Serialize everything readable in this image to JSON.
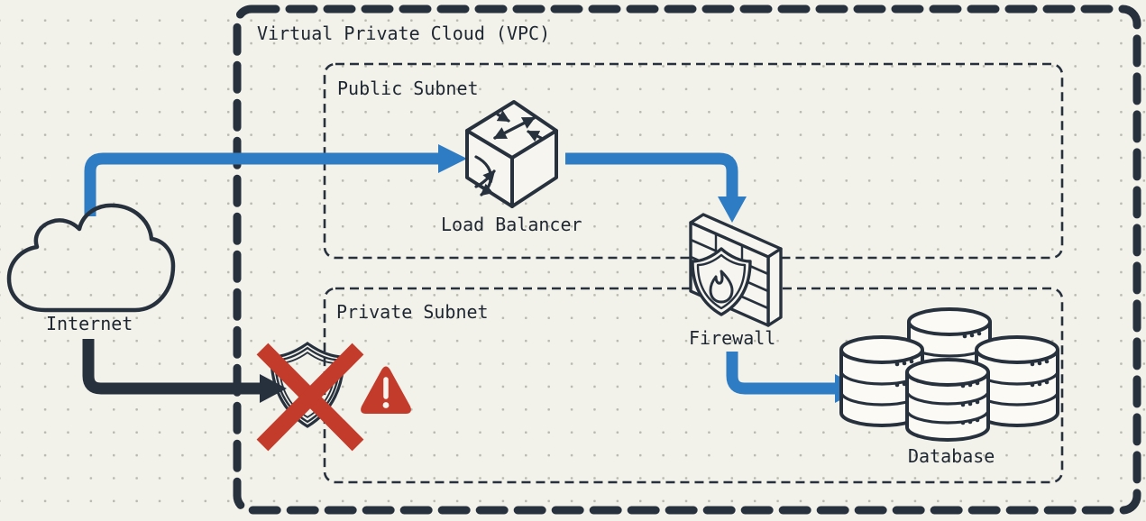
{
  "diagram_title": "Virtual Private Cloud (VPC)",
  "labels": {
    "vpc": "Virtual Private Cloud (VPC)",
    "public_subnet": "Public Subnet",
    "private_subnet": "Private Subnet",
    "internet": "Internet",
    "load_balancer": "Load Balancer",
    "firewall": "Firewall",
    "database": "Database"
  },
  "icons": {
    "internet": "cloud-icon",
    "load_balancer": "routing-cube-icon",
    "firewall": "brick-wall-shield-flame-icon",
    "database": "database-cluster-icon",
    "blocked_access": "crossed-out-shield-icon",
    "warning": "warning-triangle-icon"
  },
  "edges": [
    {
      "from": "internet",
      "to": "load_balancer",
      "status": "allowed"
    },
    {
      "from": "load_balancer",
      "to": "firewall",
      "status": "allowed"
    },
    {
      "from": "firewall",
      "to": "database",
      "status": "allowed"
    },
    {
      "from": "internet",
      "to": "private_subnet",
      "status": "blocked"
    }
  ],
  "colors": {
    "background": "#f2f1ea",
    "outline": "#27313d",
    "allowed_flow": "#2e7cc3",
    "blocked": "#c33b2a",
    "dot_grid": "#b9b9af"
  }
}
